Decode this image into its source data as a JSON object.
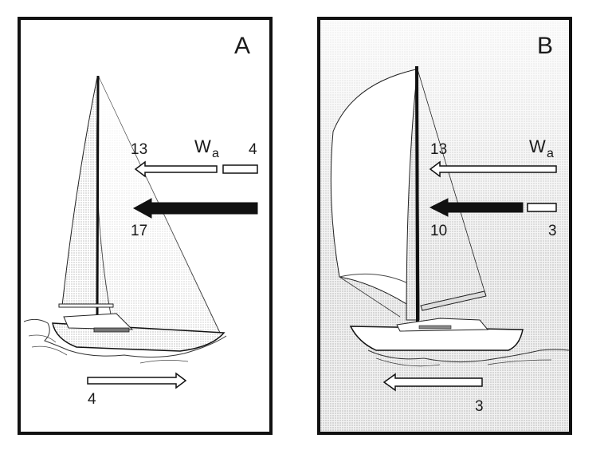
{
  "panels": [
    {
      "letter": "A",
      "apparent_wind_label_main": "W",
      "apparent_wind_label_sub": "a",
      "upper_left_value": "13",
      "upper_right_value": "4",
      "lower_value": "17",
      "boat_arrow_value": "4",
      "boat_arrow_direction": "right"
    },
    {
      "letter": "B",
      "apparent_wind_label_main": "W",
      "apparent_wind_label_sub": "a",
      "upper_left_value": "13",
      "lower_left_value": "10",
      "lower_right_value": "3",
      "boat_arrow_value": "3",
      "boat_arrow_direction": "left"
    }
  ],
  "colors": {
    "arrow_outline": "#111111",
    "arrow_solid": "#111111",
    "panel_b_background": "#f2f2f2"
  }
}
